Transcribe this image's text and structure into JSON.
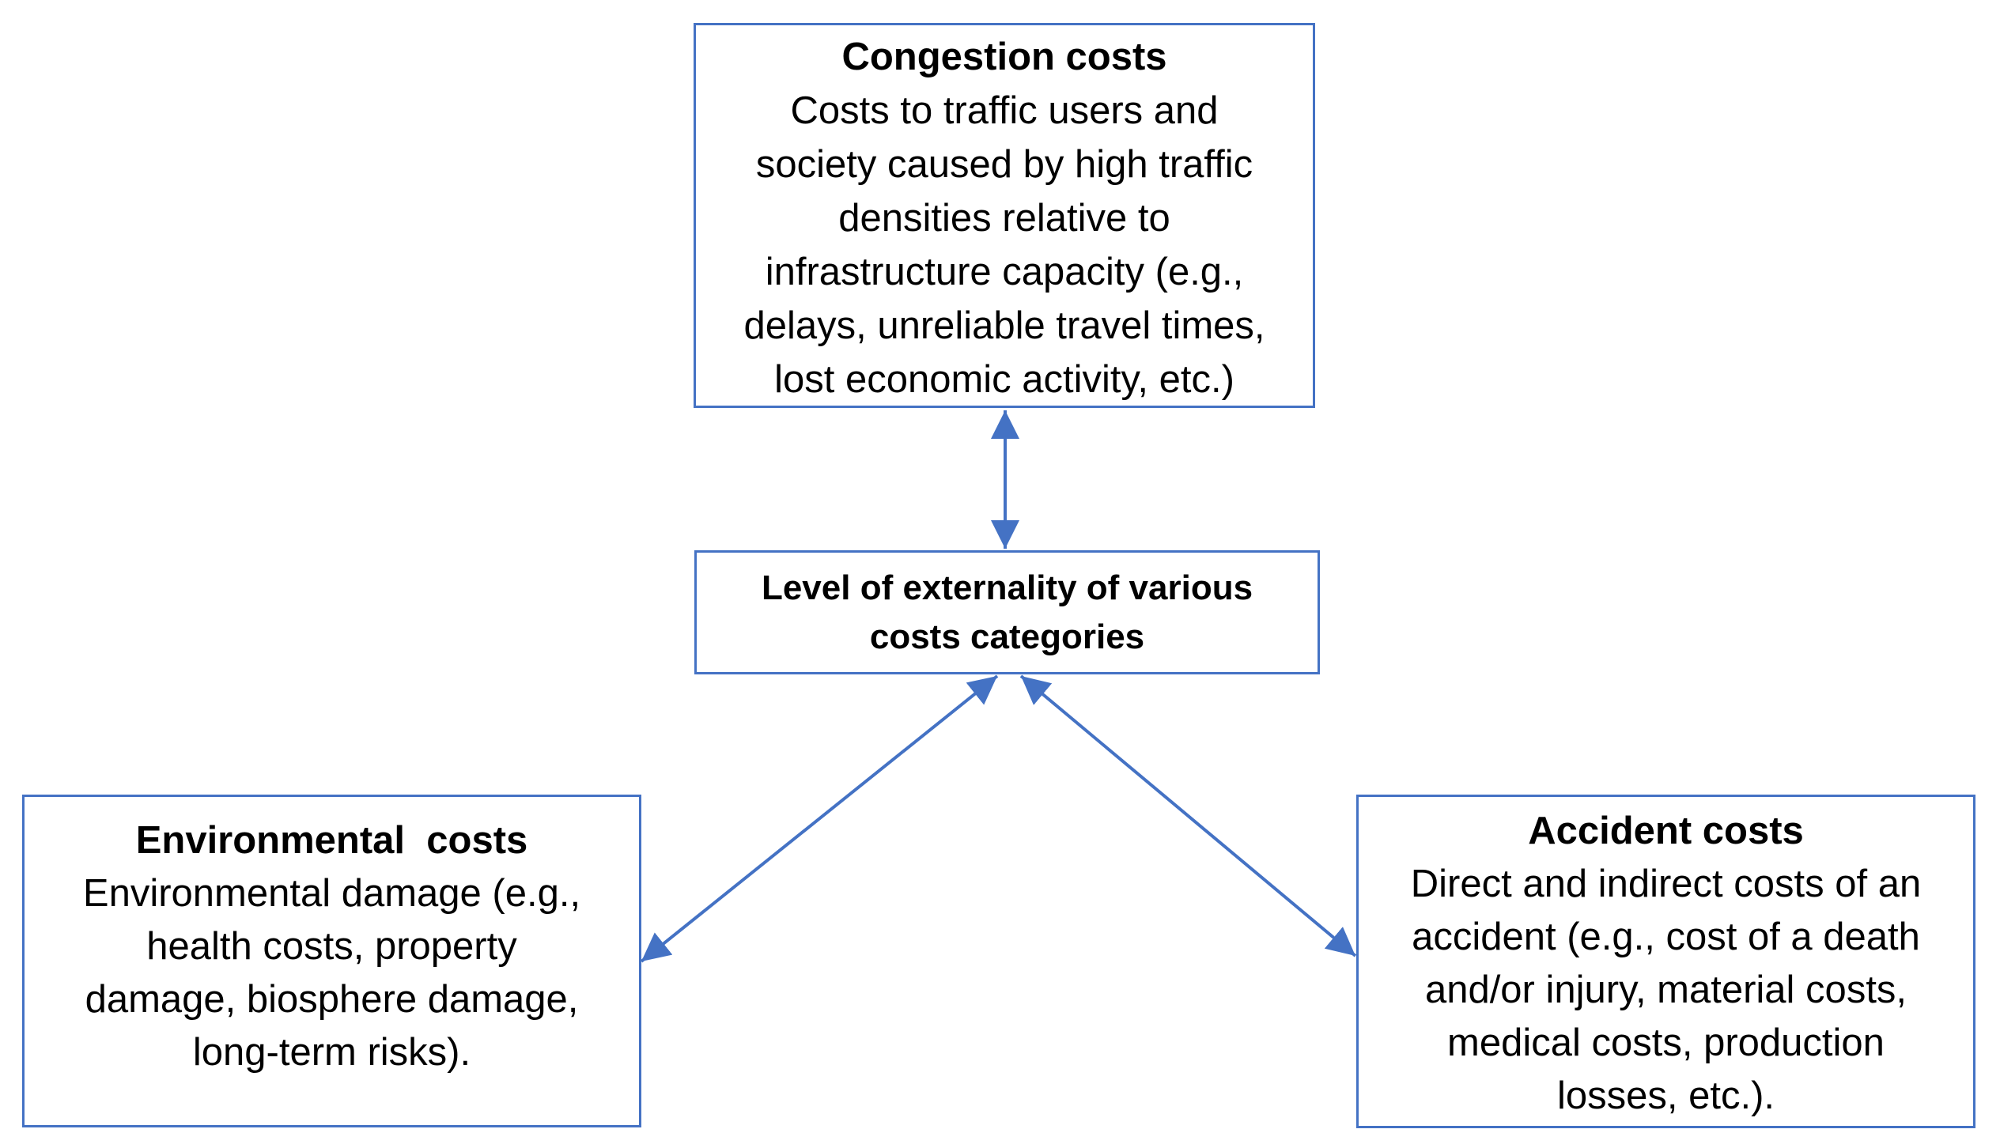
{
  "colors": {
    "accent_blue": "#4472C4",
    "text": "#000000",
    "background": "#FFFFFF"
  },
  "boxes": {
    "congestion": {
      "title": "Congestion costs",
      "lines": [
        "Costs to traffic users and",
        "society caused by high traffic",
        "densities relative to",
        "infrastructure capacity (e.g.,",
        "delays, unreliable travel times,",
        "lost economic activity, etc.)"
      ]
    },
    "externality": {
      "lines": [
        "Level of externality of various",
        "costs categories"
      ]
    },
    "environmental": {
      "title": "Environmental  costs",
      "lines": [
        "Environmental damage (e.g.,",
        "health costs, property",
        "damage, biosphere damage,",
        "long-term risks)."
      ]
    },
    "accident": {
      "title": "Accident costs",
      "lines": [
        "Direct and indirect costs of an",
        "accident (e.g., cost of a death",
        "and/or injury, material costs,",
        "medical costs, production",
        "losses, etc.)."
      ]
    }
  },
  "connectors": [
    {
      "name": "congestion-externality",
      "type": "double-headed-arrow"
    },
    {
      "name": "externality-environmental",
      "type": "double-headed-arrow"
    },
    {
      "name": "externality-accident",
      "type": "double-headed-arrow"
    }
  ]
}
